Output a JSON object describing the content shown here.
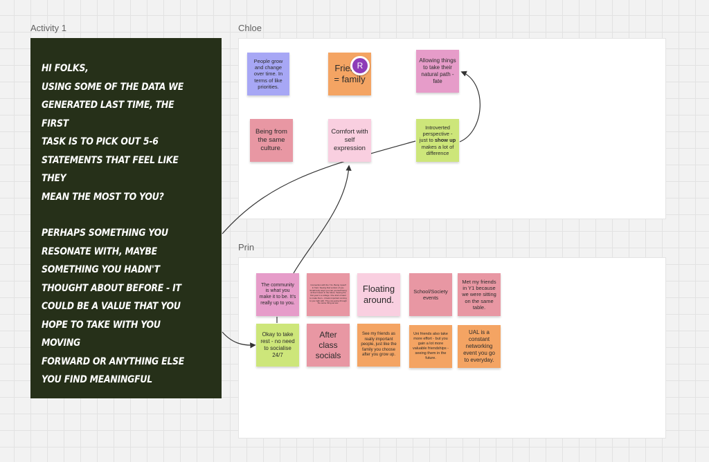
{
  "frames": {
    "activity_label": "Activity 1",
    "chloe_label": "Chloe",
    "prin_label": "Prin"
  },
  "instructions": {
    "lines": [
      "Hi folks,",
      "Using some of the data we",
      "generated last time, the first",
      "task is to pick out 5-6",
      "statements that feel like they",
      "mean the most to you?",
      "",
      "Perhaps something you",
      "resonate with, maybe",
      "something you hadn't",
      "thought about before - it",
      "could be a value that you",
      "hope to take with you moving",
      "forward or anything else",
      "you find meaningful"
    ]
  },
  "collaborator": {
    "initial": "R",
    "color": "#8e3bb8"
  },
  "chloe_notes": [
    {
      "text": "People grow and change over time. In terms of like priorities.",
      "color": "#a7a7f5"
    },
    {
      "text": "Friends = family",
      "color": "#f4a463"
    },
    {
      "text": "Allowing things to take their natural path - fate",
      "color": "#e69cc9"
    },
    {
      "text": "Being from the same culture.",
      "color": "#e897a3"
    },
    {
      "text": "Comfort with self expression",
      "color": "#f9cfe0"
    },
    {
      "text_before": "Introverted perspective - just to ",
      "text_bold": "show up",
      "text_after": " makes a lot of difference",
      "color": "#cde67a"
    }
  ],
  "prin_notes": [
    {
      "text": "The community is what you make it to be. It's really up to you.",
      "color": "#e69cc9"
    },
    {
      "text": "Connection with the Y1s. Being myself in front. Seeing that version of you. Small body ways you can yourself being at their known in the future. Seeing the first year in a college. One kind of want to make them - it feels important coming to you right with. They are going through the same thing we are.",
      "color": "#e897a3"
    },
    {
      "text": "Floating around.",
      "color": "#f9cfe0"
    },
    {
      "text": "School/Society events",
      "color": "#e897a3"
    },
    {
      "text": "Met my friends in Y1 because we were sitting on the same table.",
      "color": "#e897a3"
    },
    {
      "text": "Okay to take rest - no need to socialise 24/7",
      "color": "#cde67a"
    },
    {
      "text": "After class socials",
      "color": "#e897a3"
    },
    {
      "text": "See my friends as really important people, just like the family you choose after you grow up.",
      "color": "#f4a463"
    },
    {
      "text": "Uni friends also take more effort - but you gain a lot more valuable friendships - seeing them in the future.",
      "color": "#f4a463"
    },
    {
      "text": "UAL is a constant networking event you go to everyday.",
      "color": "#f4a463"
    }
  ]
}
